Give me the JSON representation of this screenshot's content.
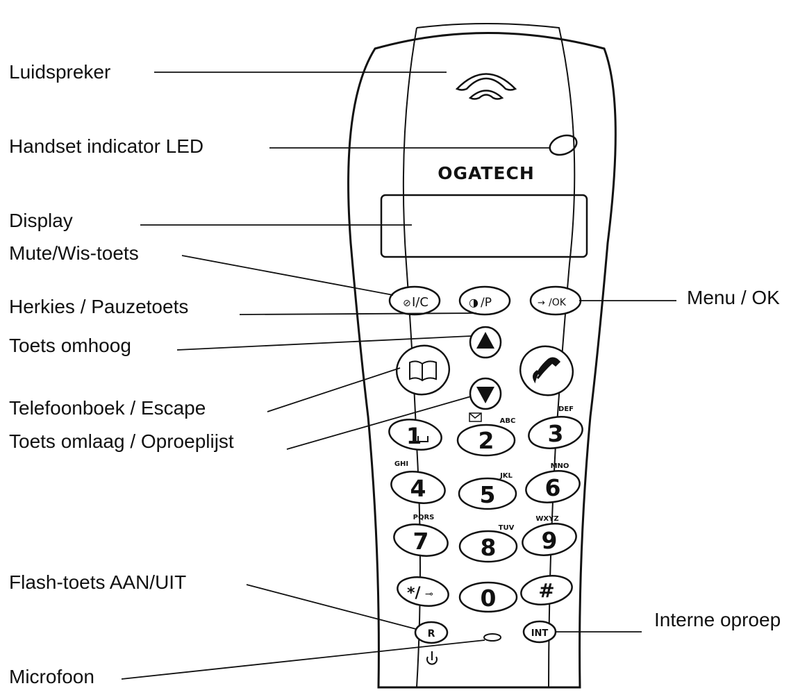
{
  "callouts": {
    "speaker": "Luidspreker",
    "led": "Handset indicator LED",
    "display": "Display",
    "mute": "Mute/Wis-toets",
    "redial": "Herkies / Pauzetoets",
    "up": "Toets omhoog",
    "phonebook": "Telefoonboek / Escape",
    "down": "Toets omlaag / Oproeplijst",
    "flash": "Flash-toets AAN/UIT",
    "microphone": "Microfoon",
    "menu": "Menu / OK",
    "intercom": "Interne oproep"
  },
  "handset": {
    "brand": "OGATECH",
    "soft_keys": {
      "mute_clear": "I/C",
      "redial_pause": "/P",
      "menu_ok": "/OK"
    },
    "keys": {
      "k1": "1",
      "k2": "2",
      "k3": "3",
      "k4": "4",
      "k5": "5",
      "k6": "6",
      "k7": "7",
      "k8": "8",
      "k9": "9",
      "star": "*/",
      "zero": "0",
      "hash": "#",
      "r": "R",
      "int": "INT"
    },
    "letters": {
      "k2": "ABC",
      "k3": "DEF",
      "k4": "GHI",
      "k5": "JKL",
      "k6": "MNO",
      "k7": "PQRS",
      "k8": "TUV",
      "k9": "WXYZ"
    }
  },
  "colors": {
    "ink": "#111111",
    "background": "#ffffff"
  }
}
